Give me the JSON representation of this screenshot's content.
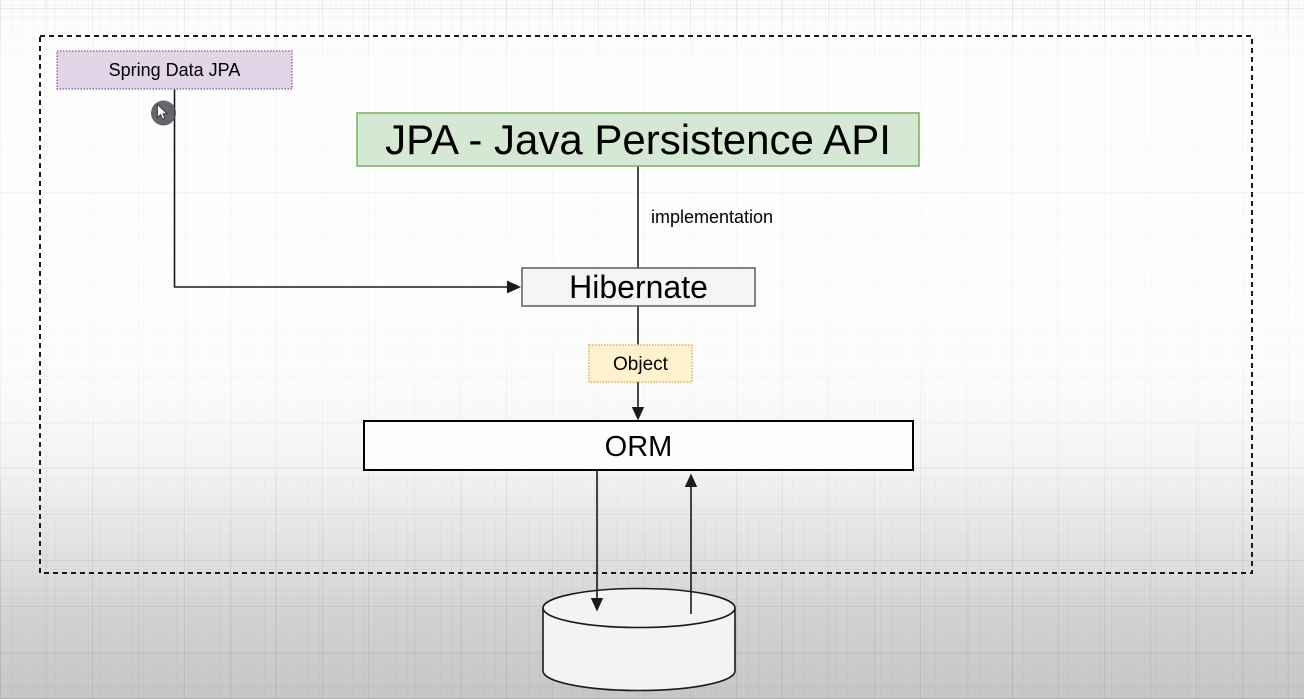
{
  "frame": {
    "stroke": "#1a1a1a"
  },
  "nodes": {
    "spring_data_jpa": {
      "label": "Spring Data JPA",
      "fill": "#e1d5e7",
      "stroke": "#9673a6"
    },
    "jpa": {
      "label": "JPA - Java Persistence API",
      "fill": "#d5e8d4",
      "stroke": "#82b366"
    },
    "hibernate": {
      "label": "Hibernate",
      "fill": "#f5f5f5",
      "stroke": "#666666",
      "text_color": "#333333"
    },
    "object": {
      "label": "Object",
      "fill": "#fff2cc",
      "stroke": "#d6b656"
    },
    "orm": {
      "label": "ORM",
      "fill": "#fdfdfd",
      "stroke": "#000000"
    },
    "database": {
      "fill": "#f3f3f2",
      "stroke": "#1a1a1a"
    }
  },
  "edges": {
    "stroke": "#1a1a1a",
    "implementation_label": "implementation"
  },
  "cursor": {
    "icon": "mouse-pointer-icon",
    "bubble_fill": "#50505a",
    "pointer_fill": "#ffffff"
  }
}
